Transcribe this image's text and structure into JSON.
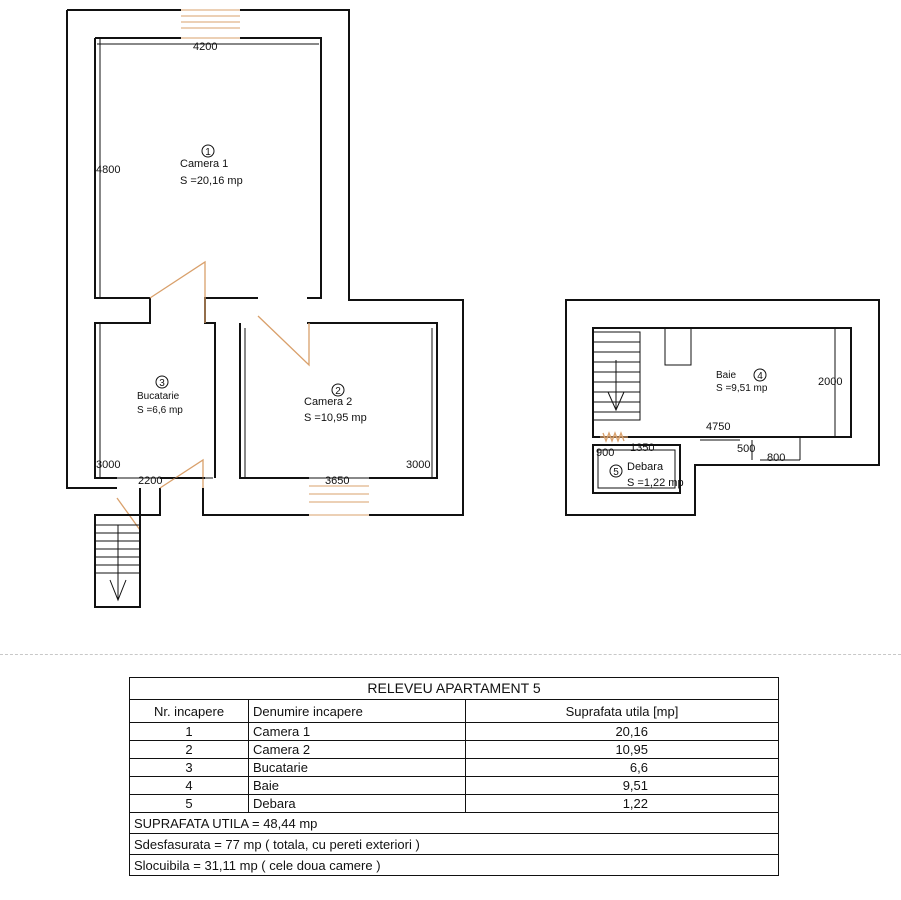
{
  "plan": {
    "rooms": [
      {
        "num": "1",
        "name": "Camera 1",
        "area": "S =20,16 mp"
      },
      {
        "num": "2",
        "name": "Camera 2",
        "area": "S =10,95 mp"
      },
      {
        "num": "3",
        "name": "Bucatarie",
        "area": "S =6,6 mp"
      },
      {
        "num": "4",
        "name": "Baie",
        "area": "S =9,51 mp"
      },
      {
        "num": "5",
        "name": "Debara",
        "area": "S =1,22 mp"
      }
    ],
    "dimensions": {
      "d4200": "4200",
      "d4800": "4800",
      "d3000_left": "3000",
      "d2200": "2200",
      "d3650": "3650",
      "d3000_right": "3000",
      "d2000": "2000",
      "d4750": "4750",
      "d1350": "1350",
      "d900": "900",
      "d500": "500",
      "d800": "800"
    }
  },
  "table": {
    "title": "RELEVEU APARTAMENT 5",
    "headers": [
      "Nr. incapere",
      "Denumire incapere",
      "Suprafata utila [mp]"
    ],
    "rows": [
      {
        "nr": "1",
        "name": "Camera 1",
        "area": "20,16"
      },
      {
        "nr": "2",
        "name": "Camera 2",
        "area": "10,95"
      },
      {
        "nr": "3",
        "name": "Bucatarie",
        "area": "6,6"
      },
      {
        "nr": "4",
        "name": "Baie",
        "area": "9,51"
      },
      {
        "nr": "5",
        "name": "Debara",
        "area": "1,22"
      }
    ],
    "summary": [
      "SUPRAFATA UTILA = 48,44 mp",
      "Sdesfasurata = 77 mp ( totala, cu pereti exteriori )",
      "Slocuibila = 31,11 mp ( cele doua camere )"
    ]
  }
}
